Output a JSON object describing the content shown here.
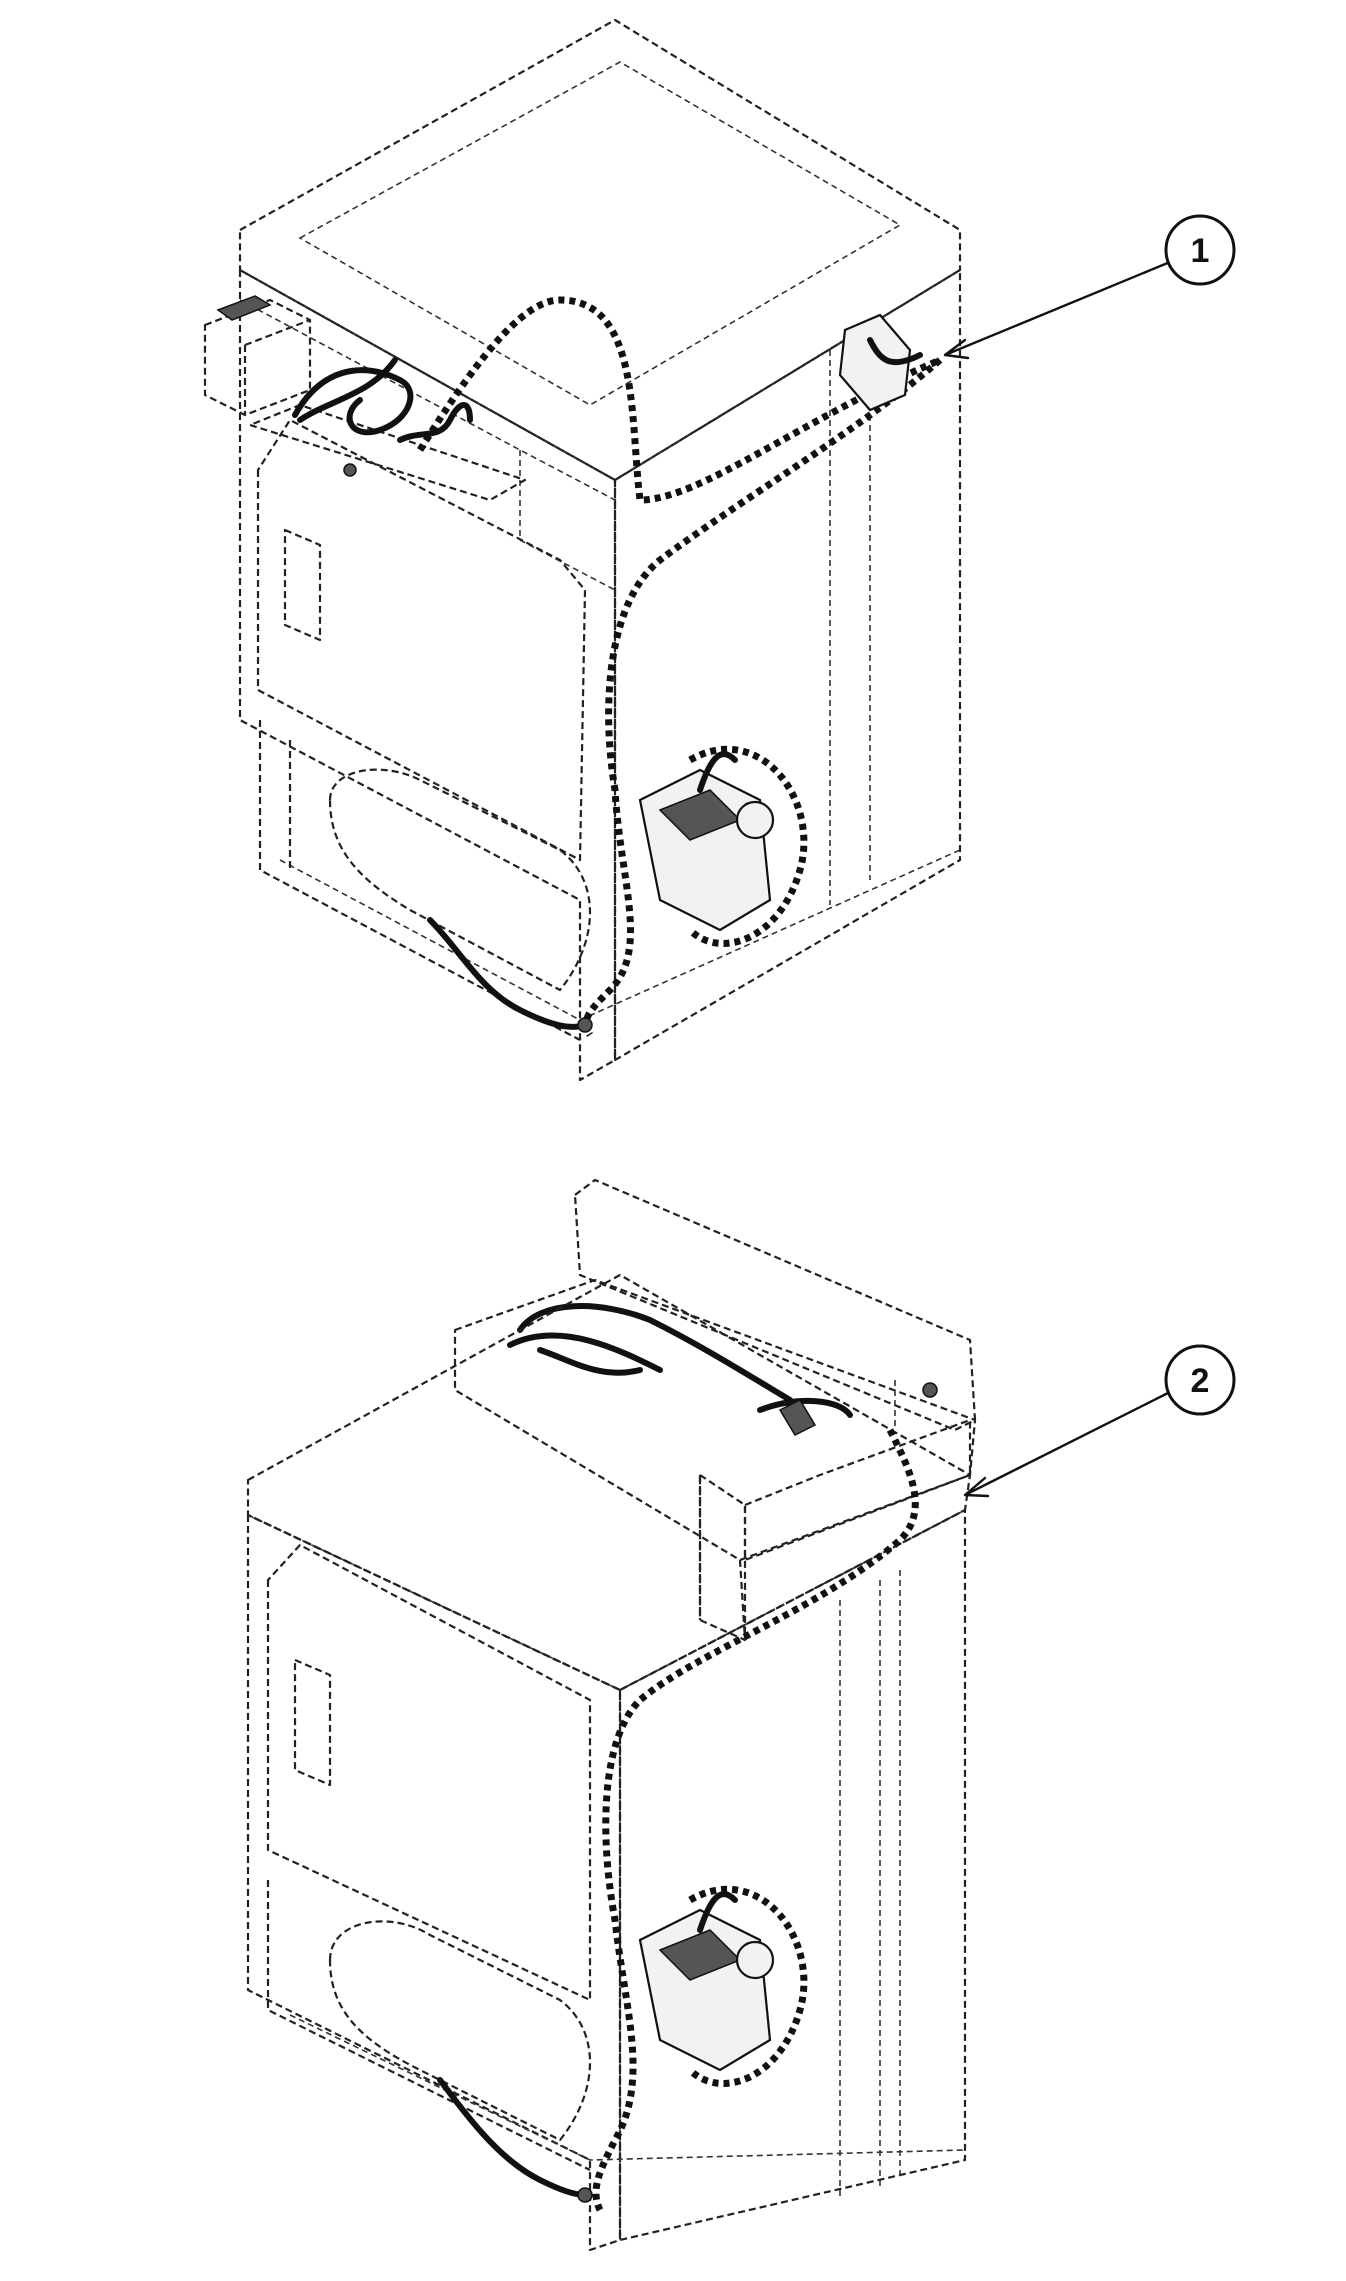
{
  "figure": {
    "views": [
      {
        "id": "view-1",
        "callout": "1"
      },
      {
        "id": "view-2",
        "callout": "2"
      }
    ],
    "colors": {
      "line": "#111111",
      "background": "#ffffff"
    },
    "icons": [
      "dryer-cabinet-drawing",
      "wire-harness-route",
      "motor-assembly",
      "terminal-block",
      "control-box"
    ]
  }
}
